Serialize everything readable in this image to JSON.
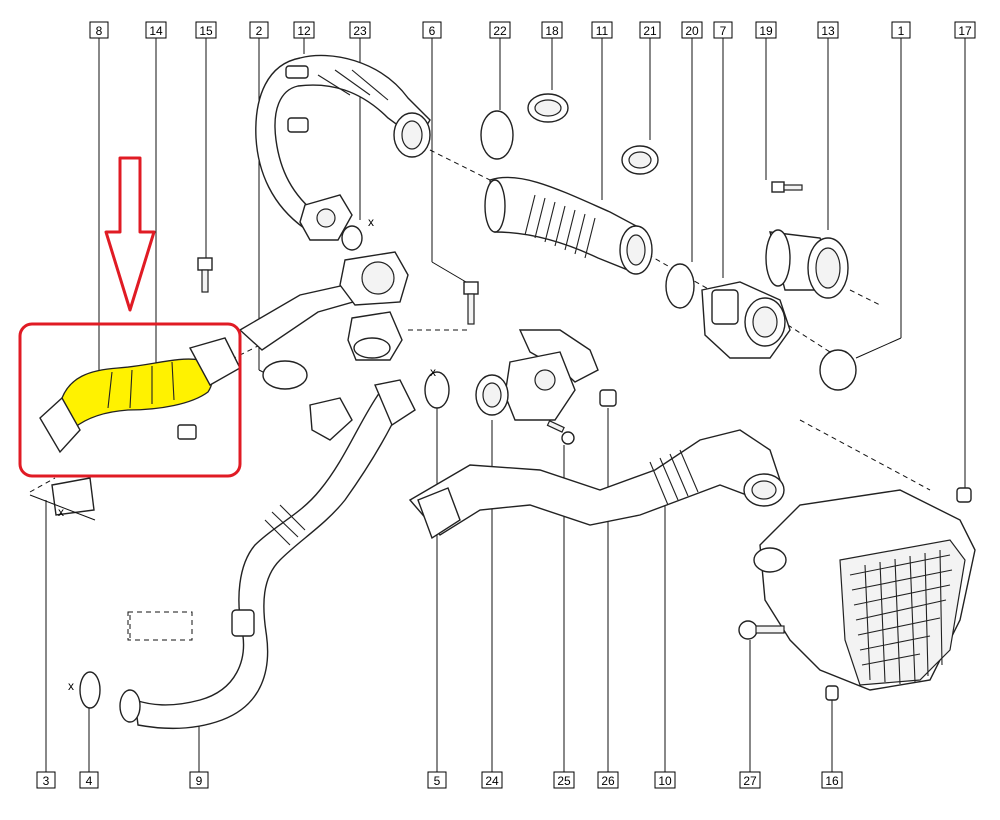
{
  "callouts": {
    "c8": "8",
    "c14": "14",
    "c15": "15",
    "c2": "2",
    "c12": "12",
    "c23": "23",
    "c6": "6",
    "c22": "22",
    "c18": "18",
    "c11": "11",
    "c21": "21",
    "c20": "20",
    "c7": "7",
    "c19": "19",
    "c13": "13",
    "c1": "1",
    "c17": "17",
    "c3": "3",
    "c4": "4",
    "c9": "9",
    "c5": "5",
    "c24": "24",
    "c25": "25",
    "c26": "26",
    "c10": "10",
    "c27": "27",
    "c16": "16"
  },
  "marks": {
    "x": "x"
  },
  "colors": {
    "highlight_box": "#e01b24",
    "arrow": "#e01b24",
    "highlight_fill": "#fff200",
    "line": "#222222"
  }
}
